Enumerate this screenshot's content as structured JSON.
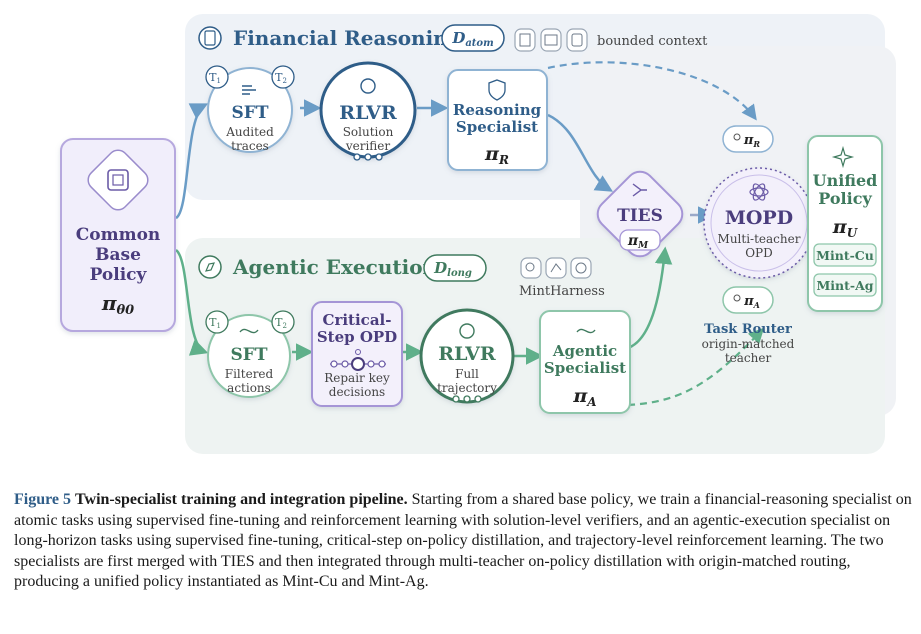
{
  "diagram": {
    "base": {
      "line1": "Common",
      "line2": "Base",
      "line3": "Policy",
      "symbol": "π",
      "subscript": "θ0"
    },
    "financial": {
      "title": "Financial Reasoning",
      "dataset_symbol": "D",
      "dataset_subscript": "atom",
      "context_label": "bounded context",
      "sft": {
        "title": "SFT",
        "sub1": "Audited",
        "sub2": "traces",
        "badge1": "T",
        "badge1_sub": "1",
        "badge2": "T",
        "badge2_sub": "2"
      },
      "rlvr": {
        "title": "RLVR",
        "sub1": "Solution",
        "sub2": "verifier"
      },
      "specialist": {
        "line1": "Reasoning",
        "line2": "Specialist",
        "symbol": "π",
        "subscript": "R"
      }
    },
    "agentic": {
      "title": "Agentic Execution",
      "dataset_symbol": "D",
      "dataset_subscript": "long",
      "harness_label": "MintHarness",
      "sft": {
        "title": "SFT",
        "sub1": "Filtered",
        "sub2": "actions",
        "badge1": "T",
        "badge1_sub": "1",
        "badge2": "T",
        "badge2_sub": "2"
      },
      "opd": {
        "line1": "Critical-",
        "line2": "Step OPD",
        "sub1": "Repair key",
        "sub2": "decisions"
      },
      "rlvr": {
        "title": "RLVR",
        "sub1": "Full",
        "sub2": "trajectory"
      },
      "specialist": {
        "line1": "Agentic",
        "line2": "Specialist",
        "symbol": "π",
        "subscript": "A"
      }
    },
    "ties": {
      "title": "TIES",
      "symbol": "π",
      "subscript": "M"
    },
    "mopd": {
      "title": "MOPD",
      "sub1": "Multi-teacher",
      "sub2": "OPD"
    },
    "router": {
      "teacher_r_symbol": "π",
      "teacher_r_subscript": "R",
      "teacher_a_symbol": "π",
      "teacher_a_subscript": "A",
      "title": "Task Router",
      "sub1": "origin-matched",
      "sub2": "teacher"
    },
    "unified": {
      "line1": "Unified",
      "line2": "Policy",
      "symbol": "π",
      "subscript": "U",
      "variant1": "Mint-Cu",
      "variant2": "Mint-Ag"
    },
    "colors": {
      "financial": "#2f5d88",
      "agentic": "#3f7a5e",
      "base": "#5a4a8f",
      "ties": "#6b5ba7",
      "arrow_blue": "#6a9cc6",
      "arrow_green": "#5fb08a"
    }
  },
  "caption": {
    "label": "Figure 5",
    "title": "Twin-specialist training and integration pipeline.",
    "body": "Starting from a shared base policy, we train a financial-reasoning specialist on atomic tasks using supervised fine-tuning and reinforcement learning with solution-level verifiers, and an agentic-execution specialist on long-horizon tasks using supervised fine-tuning, critical-step on-policy distillation, and trajectory-level reinforcement learning. The two specialists are first merged with TIES and then integrated through multi-teacher on-policy distillation with origin-matched routing, producing a unified policy instantiated as Mint-Cu and Mint-Ag."
  }
}
